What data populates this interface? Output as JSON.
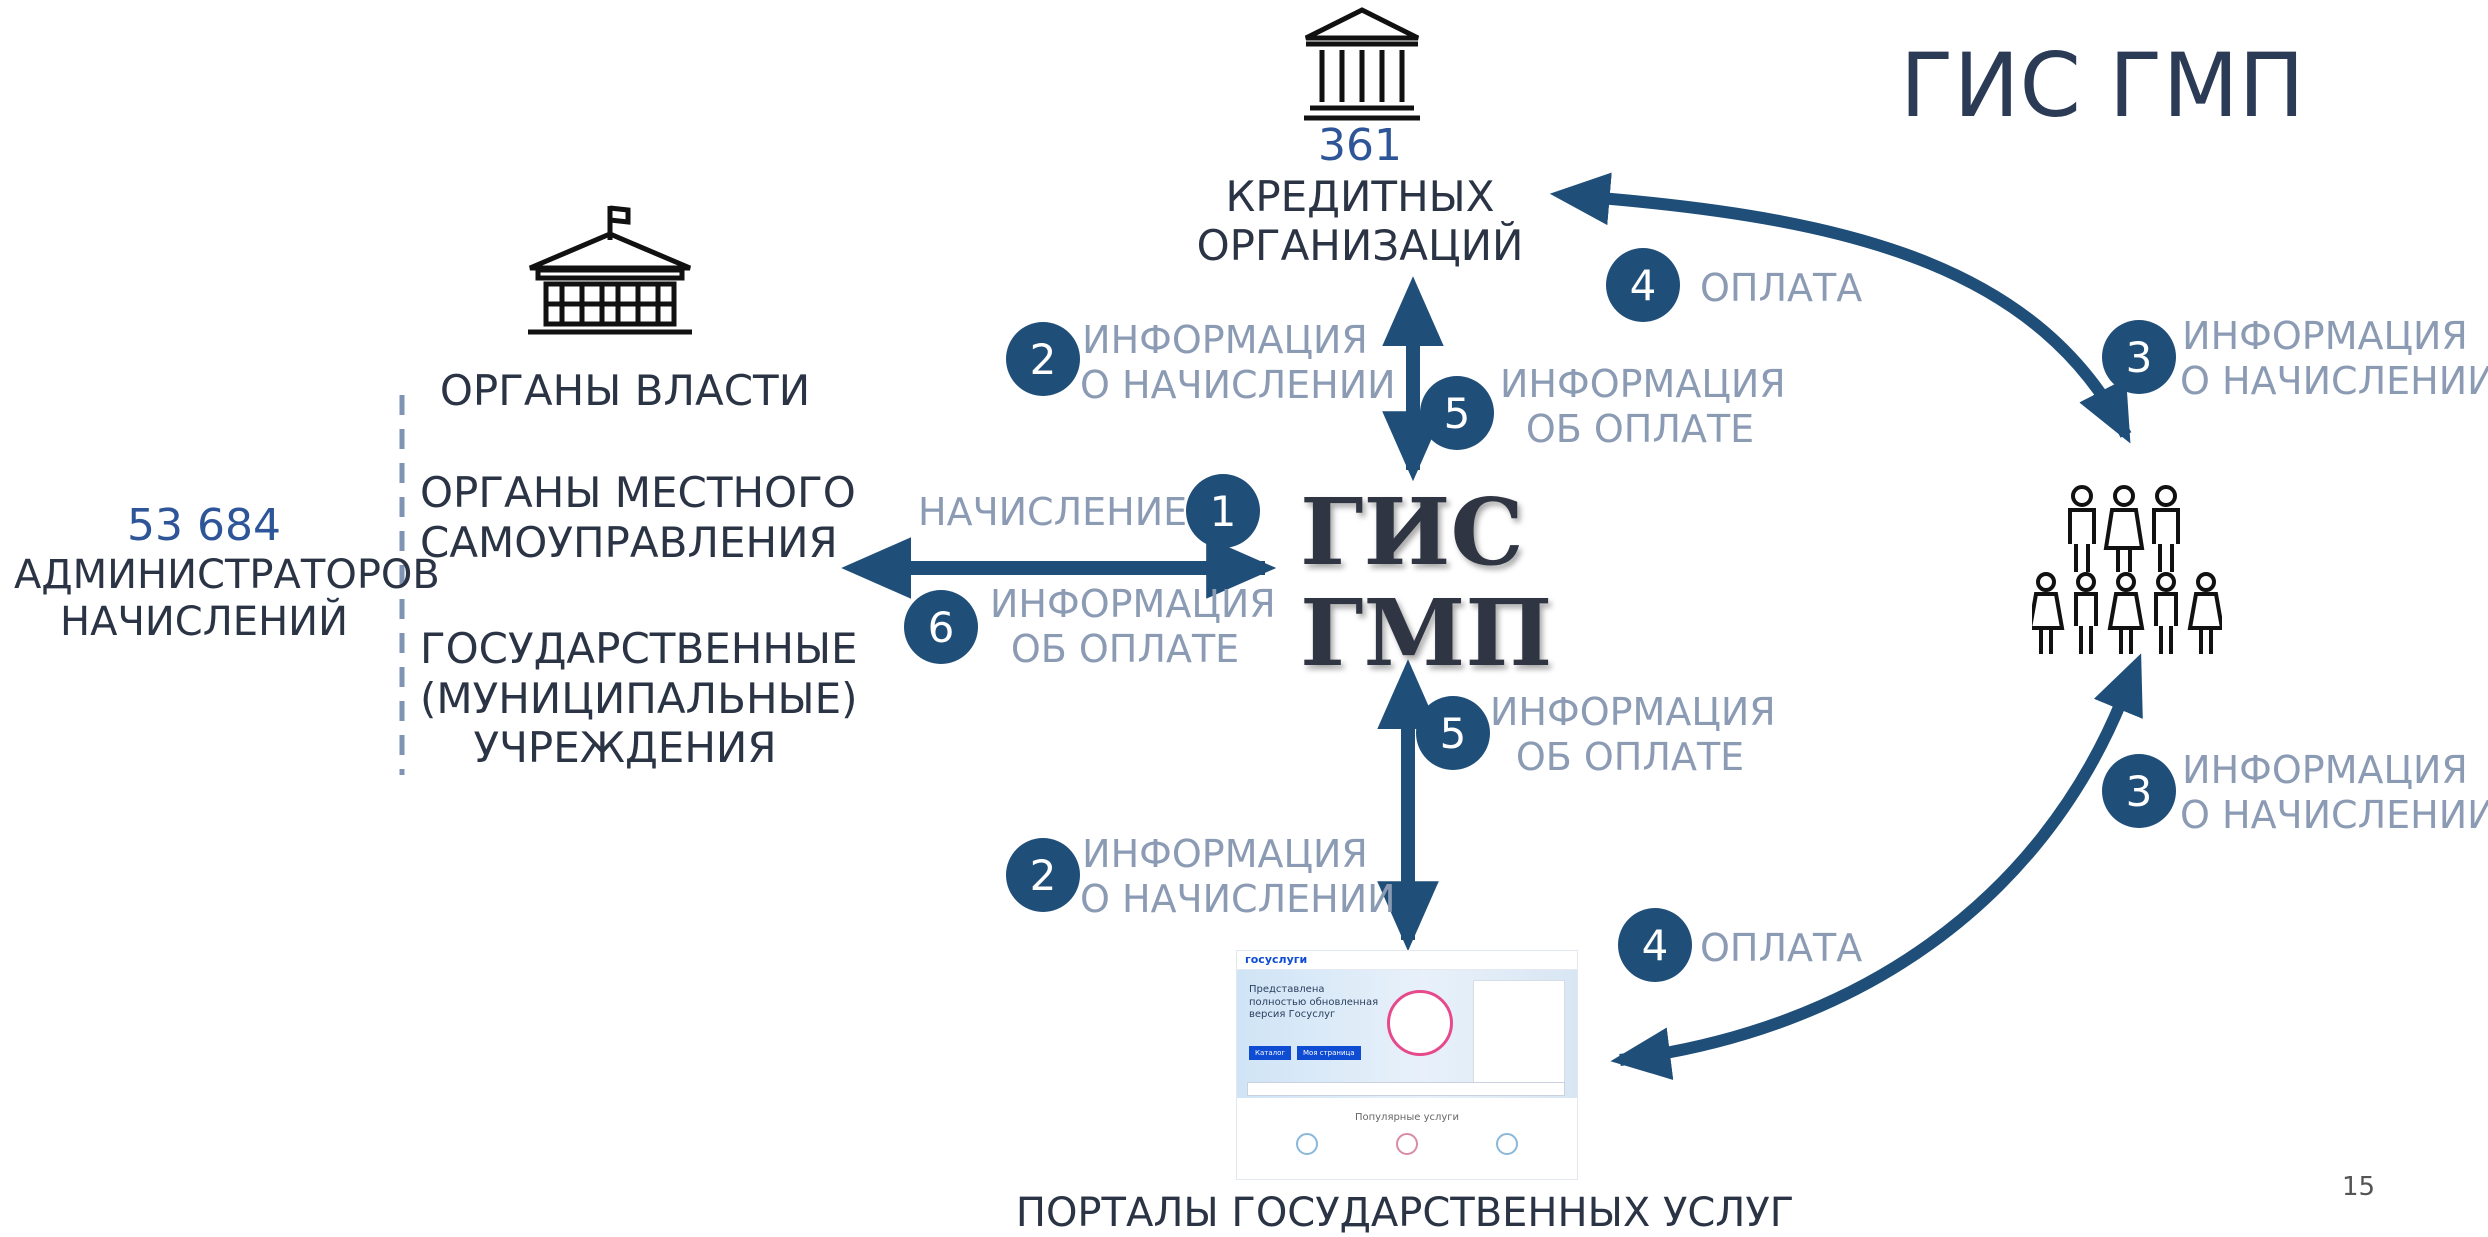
{
  "slide": {
    "title": "ГИС ГМП",
    "page_number": "15",
    "center_label_line1": "ГИС",
    "center_label_line2": "ГМП"
  },
  "left": {
    "count": "53 684",
    "count_label_line1": "АДМИНИСТРАТОРОВ",
    "count_label_line2": "НАЧИСЛЕНИЙ",
    "items": [
      {
        "line1": "ОРГАНЫ ВЛАСТИ"
      },
      {
        "line1": "ОРГАНЫ МЕСТНОГО",
        "line2": "САМОУПРАВЛЕНИЯ"
      },
      {
        "line1": "ГОСУДАРСТВЕННЫЕ",
        "line2": "(МУНИЦИПАЛЬНЫЕ)",
        "line3": "УЧРЕЖДЕНИЯ"
      }
    ],
    "icon": "government-building-icon"
  },
  "top": {
    "count": "361",
    "label_line1": "КРЕДИТНЫХ",
    "label_line2": "ОРГАНИЗАЦИЙ",
    "icon": "bank-icon"
  },
  "right": {
    "icon": "people-group-icon"
  },
  "bottom": {
    "label": "ПОРТАЛЫ ГОСУДАРСТВЕННЫХ УСЛУГ",
    "thumbnail": {
      "brand": "госуслуги",
      "headline_line1": "Представлена",
      "headline_line2": "полностью обновленная",
      "headline_line3": "версия Госуслуг",
      "button1": "Каталог",
      "button2": "Моя страница",
      "popular": "Популярные услуги"
    }
  },
  "flows": [
    {
      "num": "1",
      "line1": "НАЧИСЛЕНИЕ"
    },
    {
      "num": "6",
      "line1": "ИНФОРМАЦИЯ",
      "line2": "ОБ ОПЛАТЕ"
    },
    {
      "num": "2",
      "line1": "ИНФОРМАЦИЯ",
      "line2": "О НАЧИСЛЕНИИ"
    },
    {
      "num": "5",
      "line1": "ИНФОРМАЦИЯ",
      "line2": "ОБ ОПЛАТЕ"
    },
    {
      "num": "5",
      "line1": "ИНФОРМАЦИЯ",
      "line2": "ОБ ОПЛАТЕ"
    },
    {
      "num": "2",
      "line1": "ИНФОРМАЦИЯ",
      "line2": "О НАЧИСЛЕНИИ"
    },
    {
      "num": "4",
      "line1": "ОПЛАТА"
    },
    {
      "num": "3",
      "line1": "ИНФОРМАЦИЯ",
      "line2": "О НАЧИСЛЕНИИ"
    },
    {
      "num": "3",
      "line1": "ИНФОРМАЦИЯ",
      "line2": "О НАЧИСЛЕНИИ"
    },
    {
      "num": "4",
      "line1": "ОПЛАТА"
    }
  ],
  "colors": {
    "arrow": "#1f4e79",
    "accent_number": "#2d5597",
    "muted_text": "#8c9bb4",
    "dark_text": "#2b3445"
  }
}
